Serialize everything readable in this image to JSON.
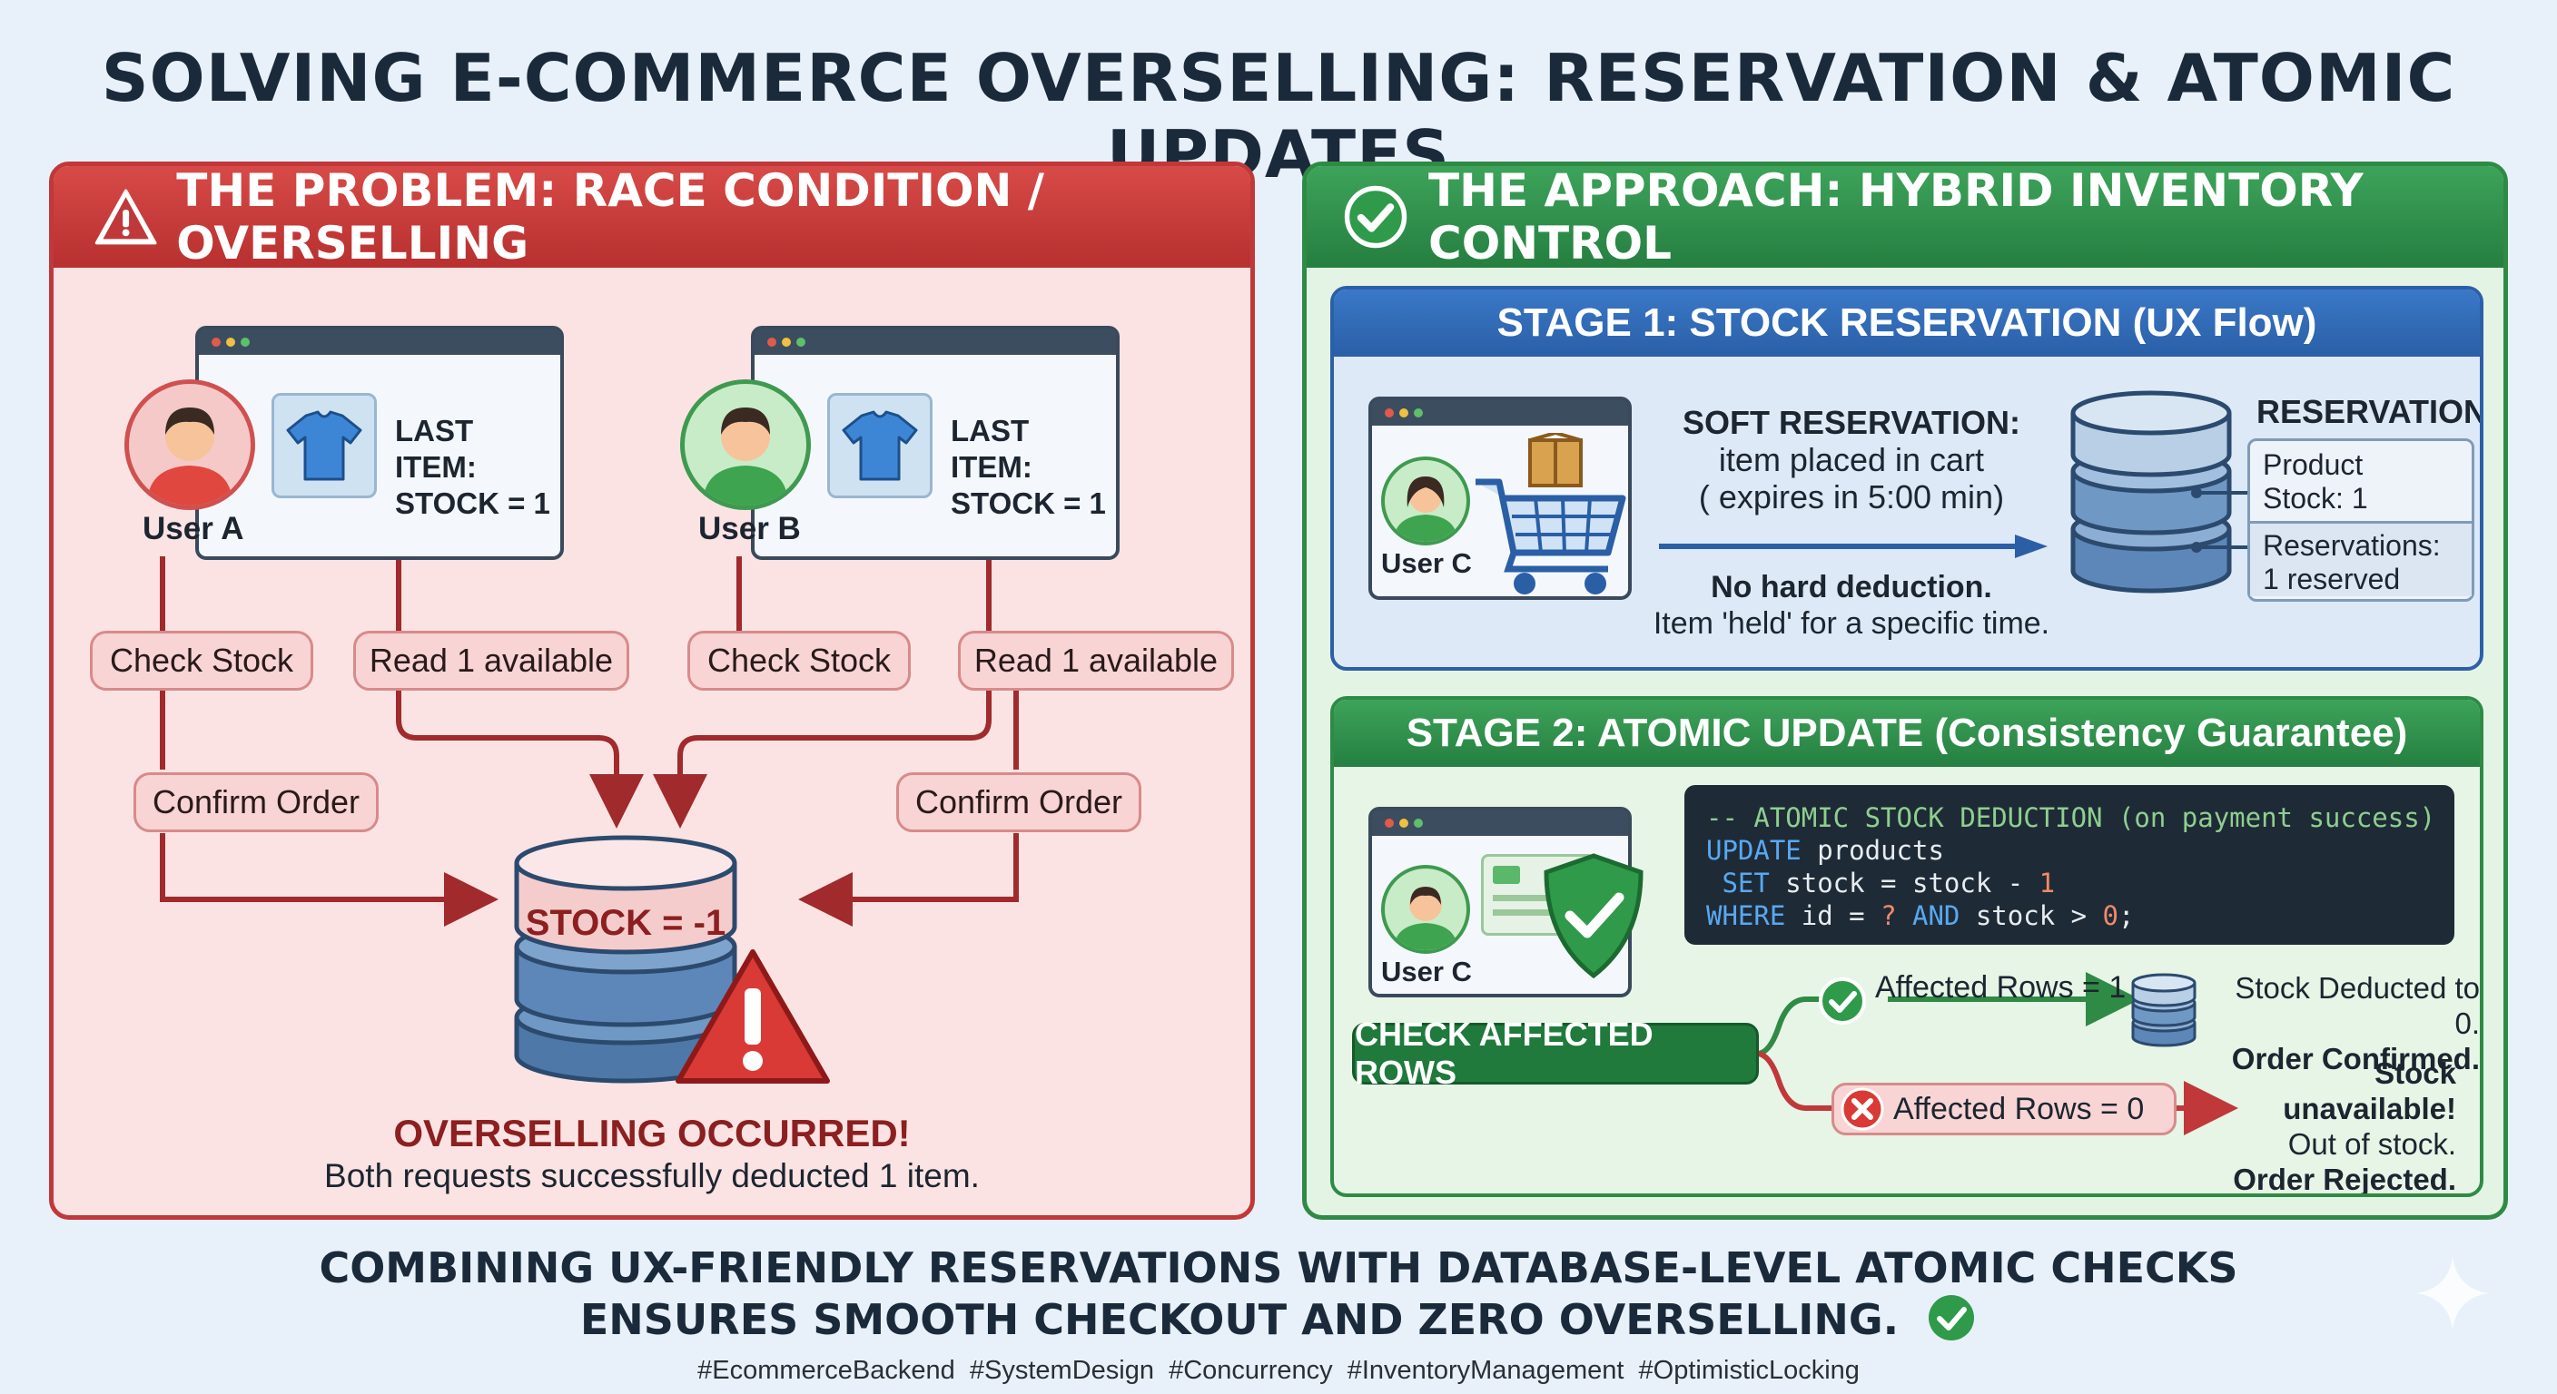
{
  "title": "SOLVING E-COMMERCE OVERSELLING: RESERVATION & ATOMIC UPDATES",
  "problem": {
    "heading": "THE PROBLEM: RACE CONDITION / OVERSELLING",
    "user_a": {
      "name": "User A",
      "card_line1": "LAST ITEM:",
      "card_line2": "STOCK = 1"
    },
    "user_b": {
      "name": "User B",
      "card_line1": "LAST ITEM:",
      "card_line2": "STOCK = 1"
    },
    "steps": {
      "check_a": "Check Stock",
      "read_a": "Read 1 available",
      "check_b": "Check Stock",
      "read_b": "Read 1 available",
      "confirm_a": "Confirm Order",
      "confirm_b": "Confirm Order"
    },
    "db_label": "STOCK = -1",
    "result_title": "OVERSELLING OCCURRED!",
    "result_text": "Both requests successfully deducted 1 item."
  },
  "approach": {
    "heading": "THE APPROACH: HYBRID INVENTORY CONTROL",
    "stage1": {
      "heading": "STAGE 1: STOCK RESERVATION (UX Flow)",
      "user": "User C",
      "soft_title": "SOFT RESERVATION:",
      "soft_line1": "item placed in cart",
      "soft_line2": "( expires in 5:00 min)",
      "note_title": "No hard deduction.",
      "note_text": "Item 'held' for a specific time.",
      "reservation_title": "RESERVATION",
      "res_line1": "Product",
      "res_line2": "Stock: 1",
      "res_line3": "Reservations:",
      "res_line4": "1 reserved"
    },
    "stage2": {
      "heading": "STAGE 2: ATOMIC UPDATE (Consistency Guarantee)",
      "user": "User C",
      "code_comment": "-- ATOMIC STOCK DEDUCTION (on payment success)",
      "code_line2_kw": "UPDATE",
      "code_line2_rest": " products",
      "code_line3_kw": " SET",
      "code_line3_rest": " stock = stock - ",
      "code_line3_num": "1",
      "code_line4_kw": "WHERE",
      "code_line4_a": " id = ",
      "code_line4_q": "?",
      "code_line4_kw2": " AND",
      "code_line4_b": " stock > ",
      "code_line4_num": "0",
      "code_line4_end": ";",
      "check_label": "CHECK AFFECTED ROWS",
      "success_rows": "Affected Rows = 1",
      "success_line1": "Stock Deducted to 0.",
      "success_line2": "Order Confirmed.",
      "fail_rows": "Affected Rows = 0",
      "fail_line1": "Stock unavailable!",
      "fail_line2": "Out of stock.",
      "fail_line3": "Order Rejected."
    }
  },
  "footer": {
    "line1": "COMBINING UX-FRIENDLY RESERVATIONS WITH DATABASE-LEVEL ATOMIC CHECKS",
    "line2": "ENSURES SMOOTH CHECKOUT AND ZERO OVERSELLING.",
    "hashtags": "#EcommerceBackend  #SystemDesign  #Concurrency  #InventoryManagement  #OptimisticLocking"
  },
  "colors": {
    "problem": "#c0383a",
    "approach": "#2f8a45",
    "stage1": "#2c5fa8",
    "code_bg": "#1e2b37"
  }
}
